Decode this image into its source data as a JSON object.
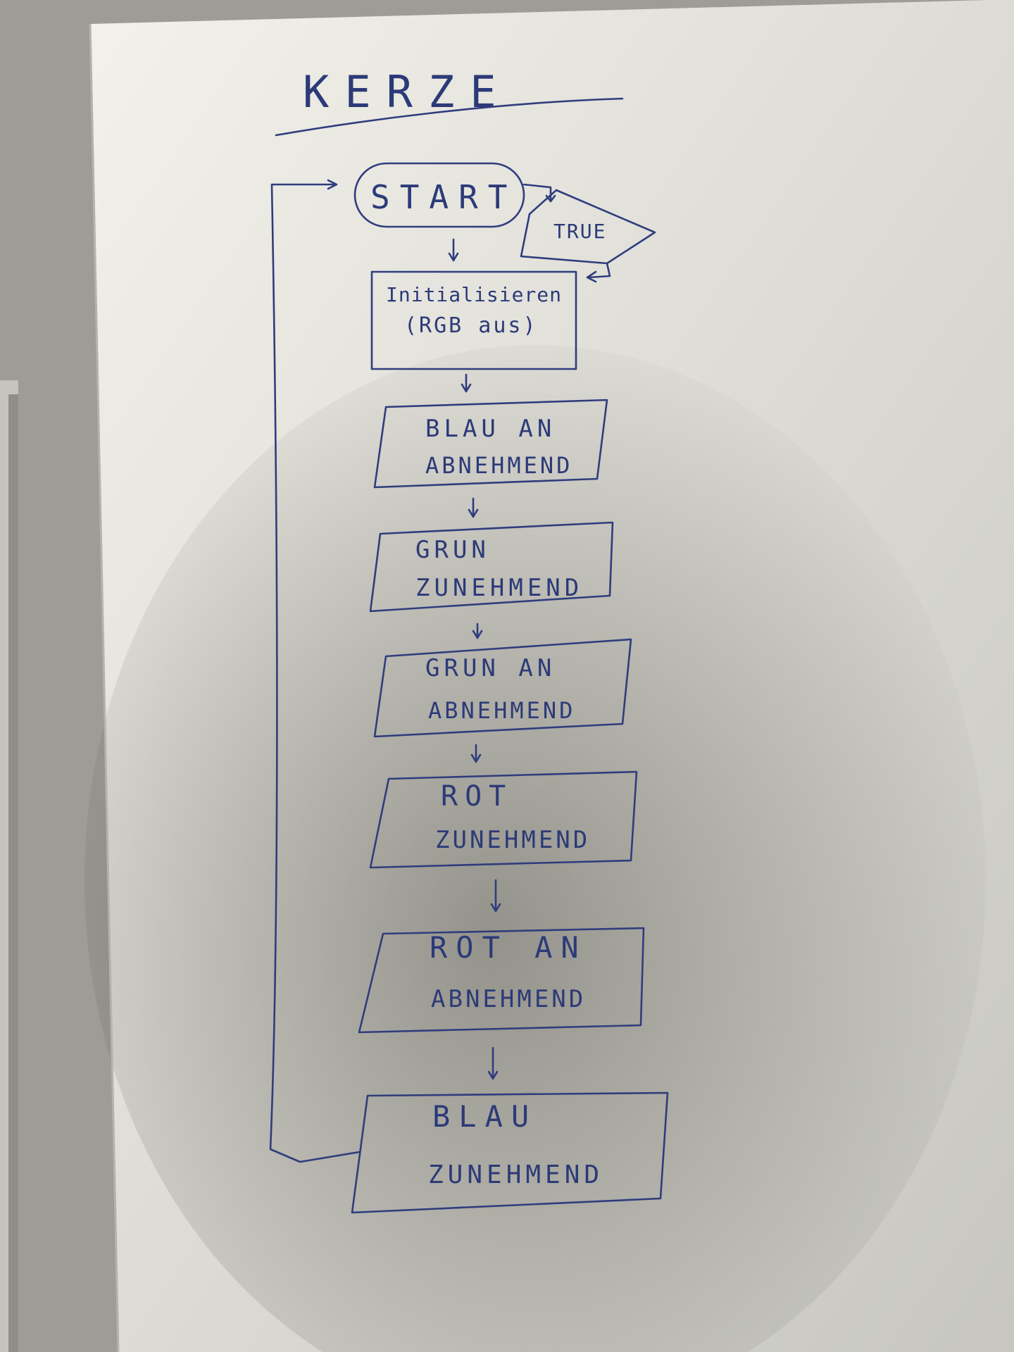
{
  "title": "KERZE",
  "nodes": [
    {
      "id": "start",
      "shape": "terminal",
      "lines": [
        "START"
      ]
    },
    {
      "id": "true",
      "shape": "decision",
      "lines": [
        "TRUE"
      ]
    },
    {
      "id": "init",
      "shape": "process",
      "lines": [
        "Initialisieren",
        "(RGB aus)"
      ]
    },
    {
      "id": "blau-an-abnehmend",
      "shape": "process",
      "lines": [
        "BLAU AN",
        "ABNEHMEND"
      ]
    },
    {
      "id": "gruen-zunehmend",
      "shape": "process",
      "lines": [
        "GRUN",
        "ZUNEHMEND"
      ]
    },
    {
      "id": "gruen-an-abnehmend",
      "shape": "process",
      "lines": [
        "GRUN AN",
        "ABNEHMEND"
      ]
    },
    {
      "id": "rot-zunehmend",
      "shape": "process",
      "lines": [
        "ROT",
        "ZUNEHMEND"
      ]
    },
    {
      "id": "rot-an-abnehmend",
      "shape": "process",
      "lines": [
        "ROT AN",
        "ABNEHMEND"
      ]
    },
    {
      "id": "blau-zunehmend",
      "shape": "process",
      "lines": [
        "BLAU",
        "ZUNEHMEND"
      ]
    }
  ],
  "edges": [
    {
      "from": "start",
      "to": "true"
    },
    {
      "from": "true",
      "to": "init"
    },
    {
      "from": "start",
      "to": "init"
    },
    {
      "from": "init",
      "to": "blau-an-abnehmend"
    },
    {
      "from": "blau-an-abnehmend",
      "to": "gruen-zunehmend"
    },
    {
      "from": "gruen-zunehmend",
      "to": "gruen-an-abnehmend"
    },
    {
      "from": "gruen-an-abnehmend",
      "to": "rot-zunehmend"
    },
    {
      "from": "rot-zunehmend",
      "to": "rot-an-abnehmend"
    },
    {
      "from": "rot-an-abnehmend",
      "to": "blau-zunehmend"
    },
    {
      "from": "blau-zunehmend",
      "to": "start"
    }
  ],
  "colors": {
    "paper": "#f3f2ec",
    "paper_shade": "#c9c8c1",
    "background": "#9b9a93",
    "ink": "#2f3d7d"
  }
}
